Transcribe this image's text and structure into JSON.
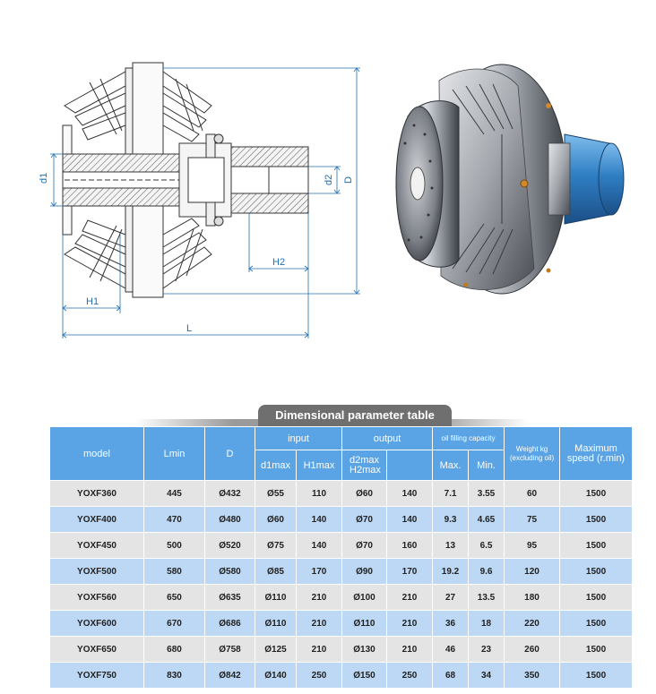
{
  "drawing": {
    "labels": {
      "d1": "d1",
      "d2": "d2",
      "D": "D",
      "H1": "H1",
      "H2": "H2",
      "L": "L"
    }
  },
  "table": {
    "title": "Dimensional parameter table",
    "headers": {
      "model": "model",
      "lmin": "Lmin",
      "d": "D",
      "input": "input",
      "output": "output",
      "oil": "oil filling capacity",
      "weight": "Weight kg (excluding oil)",
      "speed": "Maximum speed (r.min)",
      "d1max": "d1max",
      "h1max": "H1max",
      "d2max": "d2max H2max",
      "max": "Max.",
      "min": "Min."
    },
    "rows": [
      [
        "YOXF360",
        "445",
        "Ø432",
        "Ø55",
        "110",
        "Ø60",
        "140",
        "7.1",
        "3.55",
        "60",
        "1500"
      ],
      [
        "YOXF400",
        "470",
        "Ø480",
        "Ø60",
        "140",
        "Ø70",
        "140",
        "9.3",
        "4.65",
        "75",
        "1500"
      ],
      [
        "YOXF450",
        "500",
        "Ø520",
        "Ø75",
        "140",
        "Ø70",
        "160",
        "13",
        "6.5",
        "95",
        "1500"
      ],
      [
        "YOXF500",
        "580",
        "Ø580",
        "Ø85",
        "170",
        "Ø90",
        "170",
        "19.2",
        "9.6",
        "120",
        "1500"
      ],
      [
        "YOXF560",
        "650",
        "Ø635",
        "Ø110",
        "210",
        "Ø100",
        "210",
        "27",
        "13.5",
        "180",
        "1500"
      ],
      [
        "YOXF600",
        "670",
        "Ø686",
        "Ø110",
        "210",
        "Ø110",
        "210",
        "36",
        "18",
        "220",
        "1500"
      ],
      [
        "YOXF650",
        "680",
        "Ø758",
        "Ø125",
        "210",
        "Ø130",
        "210",
        "46",
        "23",
        "260",
        "1500"
      ],
      [
        "YOXF750",
        "830",
        "Ø842",
        "Ø140",
        "250",
        "Ø150",
        "250",
        "68",
        "34",
        "350",
        "1500"
      ]
    ]
  },
  "colors": {
    "header_blue": "#5aa3e4",
    "row_light_blue": "#bcd8f4",
    "row_gray": "#e4e4e4",
    "dimension_blue": "#1f6fb5",
    "title_tab": "#6f6f6f",
    "coupling_blue": "#2f7fc4"
  }
}
